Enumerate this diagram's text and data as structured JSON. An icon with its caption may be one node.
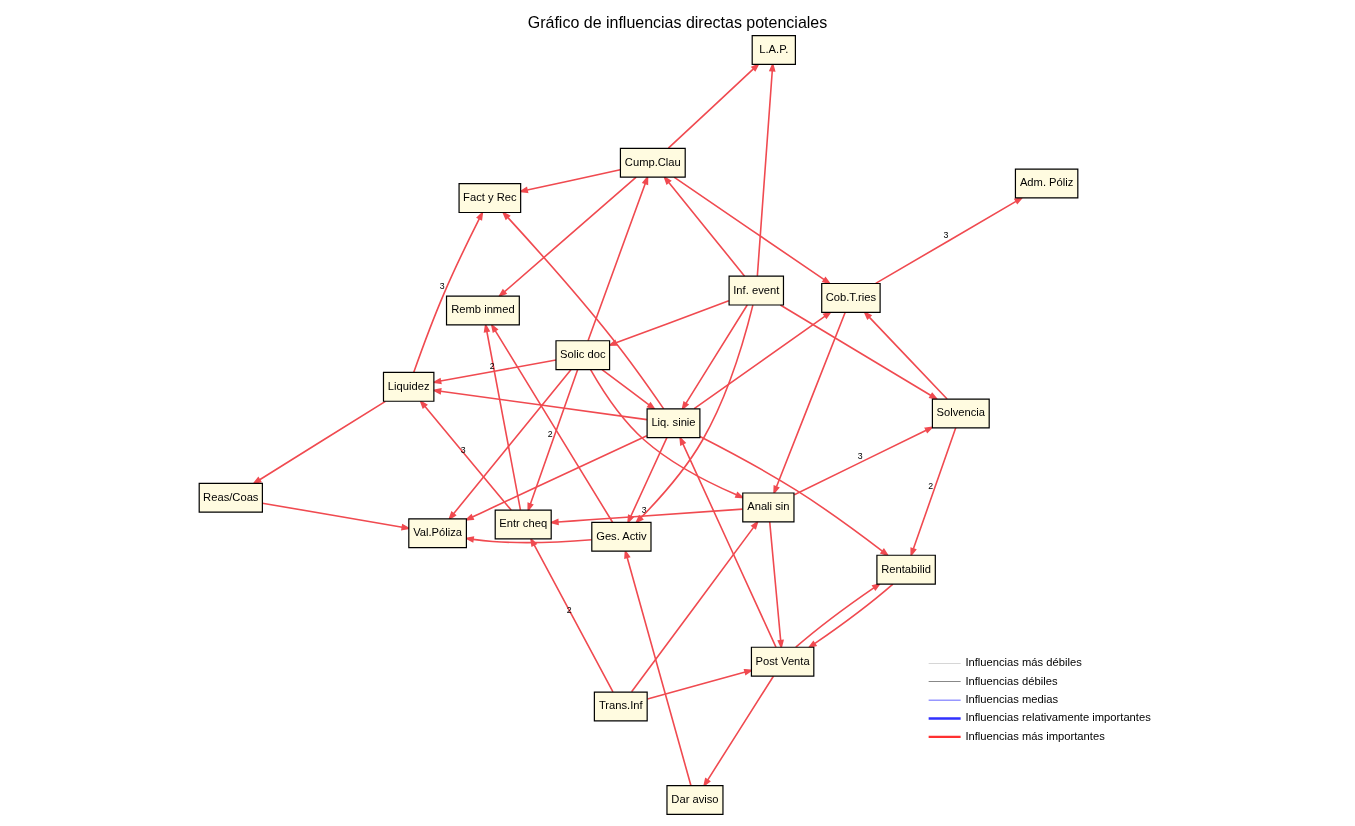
{
  "diagram": {
    "title": "Gráfico de influencias directas potenciales",
    "nodes": [
      {
        "text": [
          "Entr cheq"
        ]
      },
      {
        "text": [
          "Fact y Rec"
        ]
      },
      {
        "text": [
          "Anali sin"
        ]
      },
      {
        "text": [
          "Trans.Inf"
        ]
      },
      {
        "text": [
          "Solic doc"
        ]
      },
      {
        "text": [
          "Liquidez"
        ]
      },
      {
        "text": [
          "Rentabilid"
        ]
      },
      {
        "text": [
          "Liq. sinie"
        ]
      },
      {
        "text": [
          "Post Venta"
        ]
      },
      {
        "text": [
          "Inf. event"
        ]
      },
      {
        "text": [
          "Solvencia"
        ]
      },
      {
        "text": [
          "Reas/Coas"
        ]
      },
      {
        "text": [
          "Dar aviso"
        ]
      },
      {
        "text": [
          "Adm. Póliz"
        ]
      },
      {
        "text": [
          "Cob.T.ries"
        ]
      },
      {
        "text": [
          "Cump.Clau"
        ]
      },
      {
        "text": [
          "Val.Póliza"
        ]
      },
      {
        "text": [
          "Ges. Activ"
        ]
      },
      {
        "text": [
          "L.A.P."
        ]
      },
      {
        "text": [
          "Remb inmed"
        ]
      }
    ],
    "edges": [
      {
        "from": 2,
        "to": 0,
        "arrow": "to",
        "label": "3"
      },
      {
        "from": 3,
        "to": 0,
        "arrow": "to",
        "label": "2"
      },
      {
        "from": 4,
        "to": 0,
        "arrow": "to",
        "label": "2"
      },
      {
        "from": 0,
        "to": 5,
        "arrow": "to",
        "label": "3"
      },
      {
        "from": 0,
        "to": 19,
        "arrow": "to"
      },
      {
        "from": 4,
        "to": 2,
        "arrow": "to"
      },
      {
        "from": 3,
        "to": 2,
        "arrow": "to"
      },
      {
        "from": 4,
        "to": 5,
        "arrow": "to",
        "label": "2"
      },
      {
        "from": 7,
        "to": 5,
        "arrow": "to"
      },
      {
        "from": 7,
        "to": 1,
        "arrow": "to"
      },
      {
        "from": 15,
        "to": 1,
        "arrow": "to"
      },
      {
        "from": 5,
        "to": 1,
        "arrow": "to",
        "label": "3"
      },
      {
        "from": 5,
        "to": 11,
        "arrow": "to"
      },
      {
        "from": 11,
        "to": 16,
        "arrow": "to"
      },
      {
        "from": 7,
        "to": 16,
        "arrow": "to"
      },
      {
        "from": 4,
        "to": 16,
        "arrow": "to"
      },
      {
        "from": 4,
        "to": 7,
        "arrow": "to"
      },
      {
        "from": 4,
        "to": 15,
        "arrow": "to"
      },
      {
        "from": 9,
        "to": 15,
        "arrow": "to"
      },
      {
        "from": 15,
        "to": 18,
        "arrow": "to"
      },
      {
        "from": 9,
        "to": 18,
        "arrow": "to"
      },
      {
        "from": 15,
        "to": 19,
        "arrow": "to"
      },
      {
        "from": 17,
        "to": 19,
        "arrow": "to"
      },
      {
        "from": 9,
        "to": 17,
        "arrow": "to"
      },
      {
        "from": 12,
        "to": 17,
        "arrow": "to"
      },
      {
        "from": 7,
        "to": 17,
        "arrow": "to"
      },
      {
        "from": 17,
        "to": 16,
        "arrow": "to"
      },
      {
        "from": 14,
        "to": 13,
        "arrow": "to",
        "label": "3"
      },
      {
        "from": 10,
        "to": 6,
        "arrow": "to",
        "label": "2"
      },
      {
        "from": 8,
        "to": 6,
        "arrow": "to"
      },
      {
        "from": 6,
        "to": 8,
        "arrow": "to"
      },
      {
        "from": 7,
        "to": 6,
        "arrow": "to"
      },
      {
        "from": 10,
        "to": 14,
        "arrow": "to"
      },
      {
        "from": 2,
        "to": 10,
        "arrow": "to",
        "label": "3"
      },
      {
        "from": 14,
        "to": 2,
        "arrow": "to"
      },
      {
        "from": 8,
        "to": 7,
        "arrow": "to"
      },
      {
        "from": 9,
        "to": 7,
        "arrow": "to"
      },
      {
        "from": 15,
        "to": 14,
        "arrow": "to"
      },
      {
        "from": 2,
        "to": 8,
        "arrow": "to"
      },
      {
        "from": 3,
        "to": 8,
        "arrow": "to"
      },
      {
        "from": 9,
        "to": 10,
        "arrow": "to"
      },
      {
        "from": 8,
        "to": 12,
        "arrow": "to"
      },
      {
        "from": 9,
        "to": 4,
        "arrow": "to"
      },
      {
        "from": 7,
        "to": 14,
        "arrow": "to"
      }
    ],
    "legend": [
      {
        "text": "Influencias más débiles"
      },
      {
        "text": "Influencias débiles"
      },
      {
        "text": "Influencias medias"
      },
      {
        "text": "Influencias relativamente importantes"
      },
      {
        "text": "Influencias más importantes"
      }
    ]
  }
}
